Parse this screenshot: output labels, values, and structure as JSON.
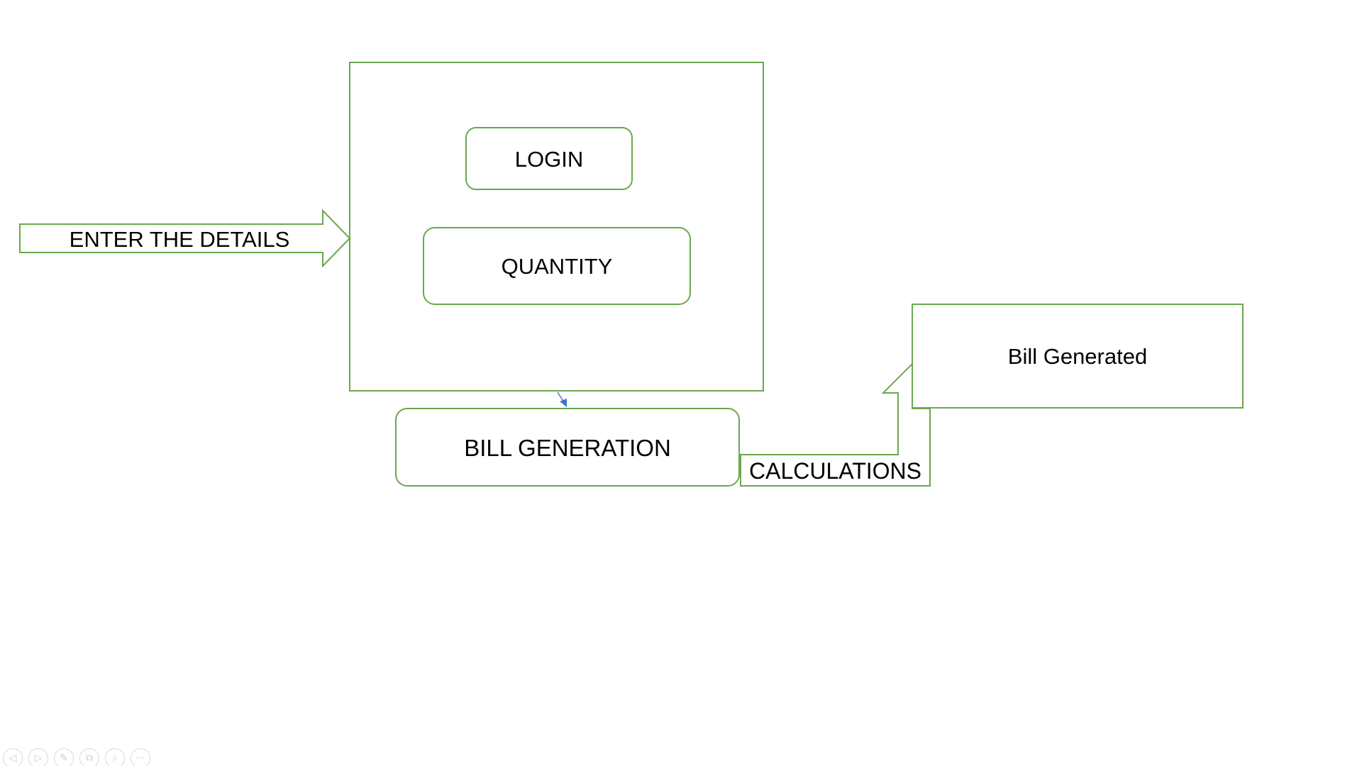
{
  "colors": {
    "stroke": "#6aa84f",
    "connector": "#4472c4",
    "text": "#000000",
    "background": "#ffffff"
  },
  "labels": {
    "enter_details": "ENTER THE DETAILS",
    "login": "LOGIN",
    "quantity": "QUANTITY",
    "bill_generation": "BILL GENERATION",
    "calculations": "CALCULATIONS",
    "bill_generated": "Bill Generated"
  },
  "slideshow_controls": [
    {
      "name": "previous-slide-icon",
      "glyph": "◁"
    },
    {
      "name": "next-slide-icon",
      "glyph": "▷"
    },
    {
      "name": "pen-icon",
      "glyph": "✎"
    },
    {
      "name": "slides-icon",
      "glyph": "⧉"
    },
    {
      "name": "zoom-icon",
      "glyph": "⌕"
    },
    {
      "name": "more-options-icon",
      "glyph": "⋯"
    }
  ]
}
